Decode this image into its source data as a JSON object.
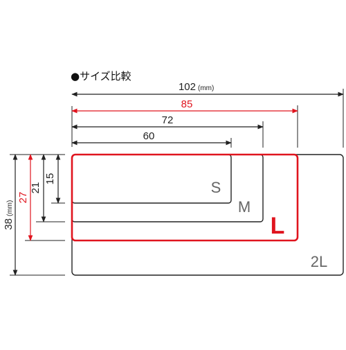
{
  "heading": {
    "bullet": "●",
    "text": "サイズ比較"
  },
  "unit": "(mm)",
  "colors": {
    "line": "#222222",
    "highlight": "#e0141e",
    "label_gray": "#666666"
  },
  "sizes": [
    {
      "name": "S",
      "width": 60,
      "height": 15,
      "highlight": false
    },
    {
      "name": "M",
      "width": 72,
      "height": 21,
      "highlight": false
    },
    {
      "name": "L",
      "width": 85,
      "height": 27,
      "highlight": true
    },
    {
      "name": "2L",
      "width": 102,
      "height": 38,
      "highlight": false
    }
  ],
  "width_labels": {
    "s": "60",
    "m": "72",
    "l": "85",
    "xl": "102"
  },
  "height_labels": {
    "s": "15",
    "m": "21",
    "l": "27",
    "xl": "38"
  }
}
